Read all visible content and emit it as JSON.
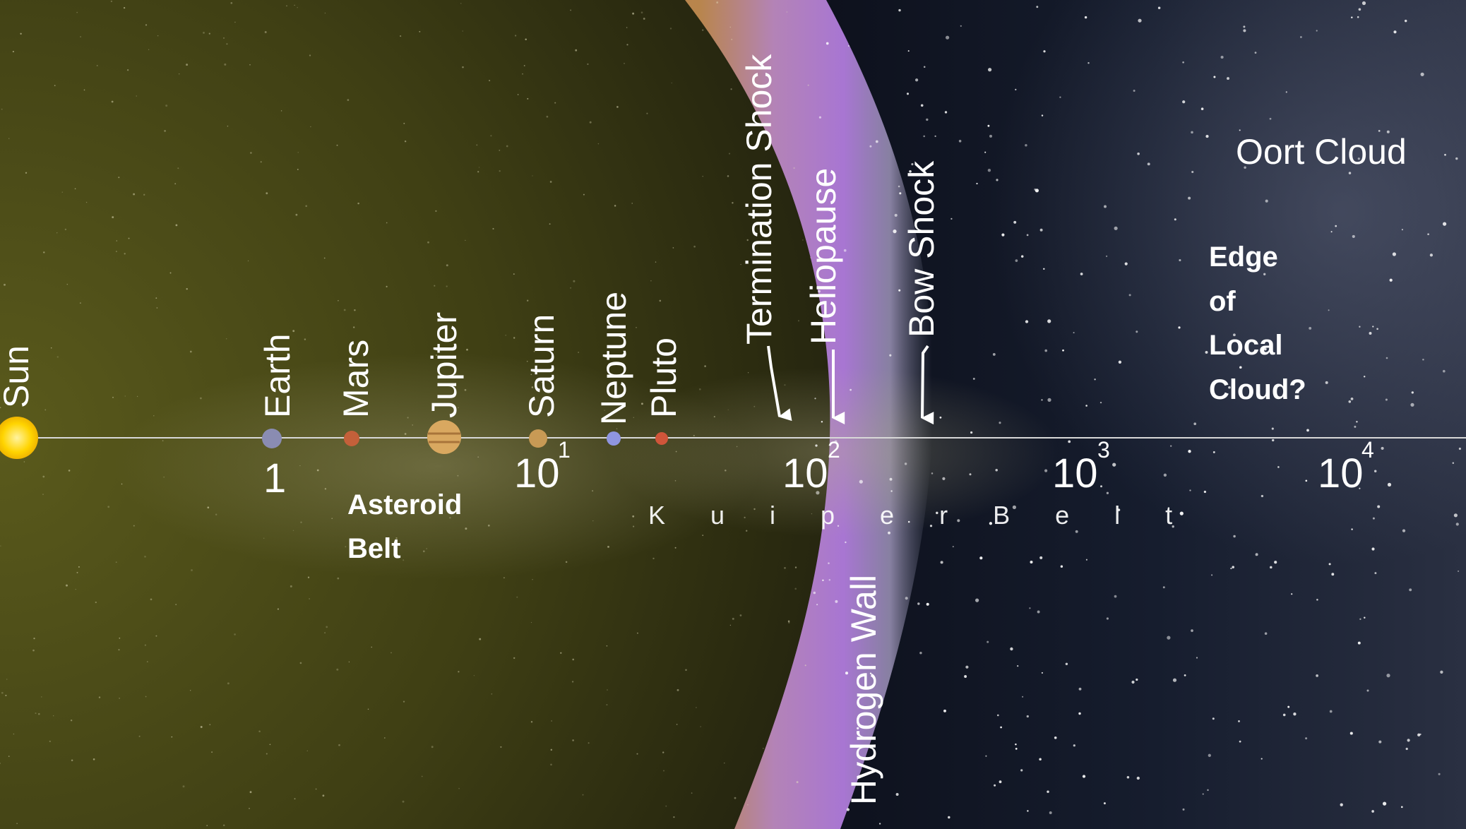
{
  "regions": {
    "asteroid_belt": [
      "Asteroid",
      "Belt"
    ],
    "kuiper_belt": "K u i p e r   B e l t",
    "oort_cloud": "Oort  Cloud",
    "edge_local_cloud": [
      "Edge",
      "of",
      "Local",
      "Cloud?"
    ]
  },
  "bodies": [
    {
      "label": "Sun",
      "color": "#ffd400"
    },
    {
      "label": "Earth",
      "color": "#8a8cb2"
    },
    {
      "label": "Mars",
      "color": "#c4603a"
    },
    {
      "label": "Jupiter",
      "color": "#d9a860"
    },
    {
      "label": "Saturn",
      "color": "#c89a55"
    },
    {
      "label": "Neptune",
      "color": "#8f95e0"
    },
    {
      "label": "Pluto",
      "color": "#d0553a"
    }
  ],
  "boundaries": {
    "termination_shock": "Termination Shock",
    "heliopause": "Heliopause",
    "bow_shock": "Bow Shock",
    "hydrogen_wall": "Hydrogen Wall"
  },
  "axis_ticks": [
    {
      "base": "1",
      "exp": ""
    },
    {
      "base": "10",
      "exp": "1"
    },
    {
      "base": "10",
      "exp": "2"
    },
    {
      "base": "10",
      "exp": "3"
    },
    {
      "base": "10",
      "exp": "4"
    }
  ],
  "colors": {
    "inner_glow": "#4a4a15",
    "heliosheath": "#e0a56a",
    "hydrogen_wall": "#b585d6",
    "outer_space": "#101725"
  }
}
